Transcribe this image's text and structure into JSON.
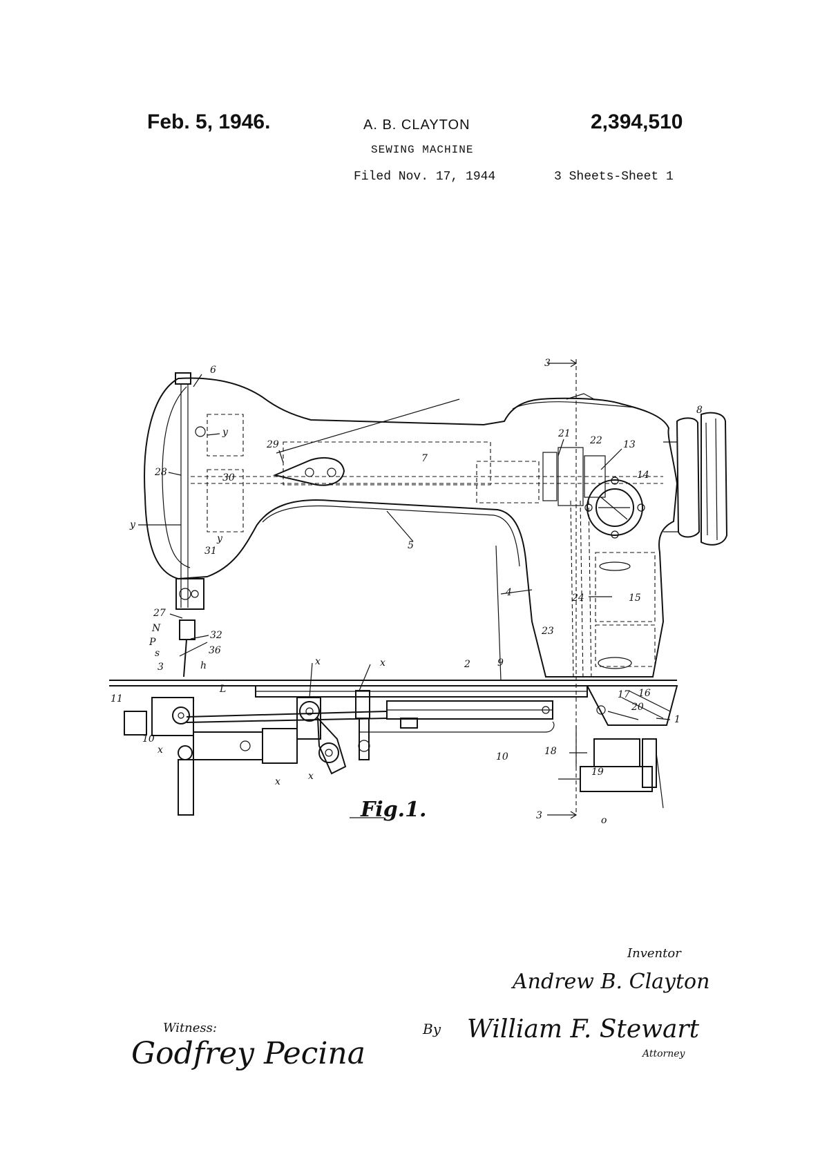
{
  "header": {
    "date": "Feb. 5, 1946.",
    "inventor": "A. B. CLAYTON",
    "patent_number": "2,394,510",
    "title": "SEWING MACHINE",
    "filed": "Filed Nov. 17, 1944",
    "sheets": "3 Sheets-Sheet 1"
  },
  "figure": {
    "caption": "Fig.1.",
    "section_marks": [
      "3",
      "3"
    ],
    "part_labels": [
      "6",
      "y",
      "29",
      "7",
      "21",
      "22",
      "13",
      "8",
      "14",
      "28",
      "30",
      "y",
      "y",
      "5",
      "31",
      "4",
      "24",
      "15",
      "23",
      "27",
      "N",
      "32",
      "P",
      "s",
      "36",
      "h",
      "3",
      "L",
      "x",
      "x",
      "2",
      "9",
      "16",
      "11",
      "17",
      "20",
      "1",
      "10",
      "x",
      "18",
      "10",
      "19",
      "x",
      "x",
      "o"
    ]
  },
  "signatures": {
    "inventor_label": "Inventor",
    "inventor_name": "Andrew B. Clayton",
    "witness_label": "Witness:",
    "witness_name": "Godfrey Pecina",
    "by": "By",
    "attorney_name": "William F. Stewart",
    "attorney_label": "Attorney"
  }
}
